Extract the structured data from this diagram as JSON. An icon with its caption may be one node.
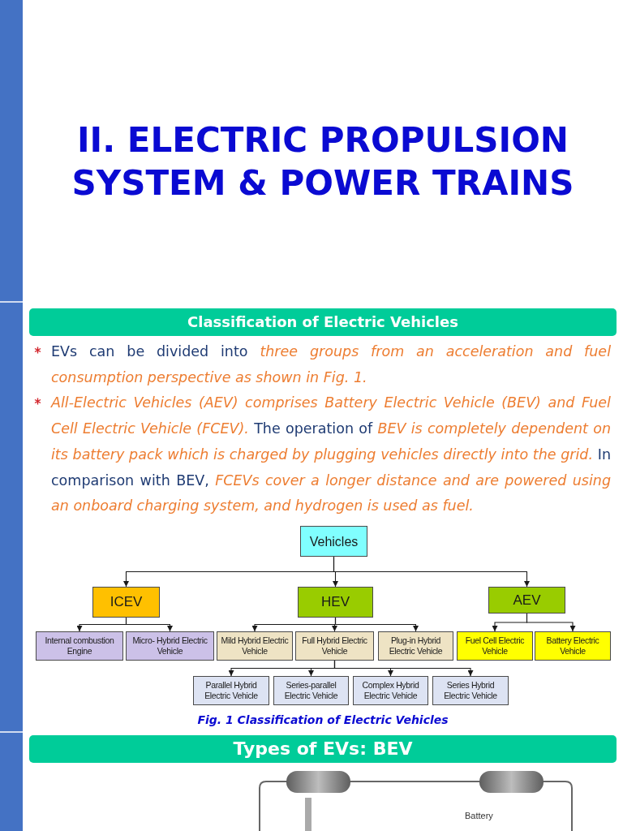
{
  "diagram": {
    "title": "II. ELECTRIC PROPULSION SYSTEM & POWER TRAINS",
    "caption": "Fig. 1 Classification of Electric Vehicles",
    "nodes": [
      {
        "text": [
          "Classification of Electric Vehicles"
        ]
      },
      {
        "text": [
          "Vehicles"
        ]
      },
      {
        "text": [
          "ICEV"
        ]
      },
      {
        "text": [
          "HEV"
        ]
      },
      {
        "text": [
          "AEV"
        ]
      },
      {
        "text": [
          "Internal combustion Engine"
        ]
      },
      {
        "text": [
          "Micro- Hybrid Electric Vehicle"
        ]
      },
      {
        "text": [
          "Mild Hybrid Electric Vehicle"
        ]
      },
      {
        "text": [
          "Full Hybrid Electric Vehicle"
        ]
      },
      {
        "text": [
          "Plug-in Hybrid Electric Vehicle"
        ]
      },
      {
        "text": [
          "Fuel Cell Electric Vehicle"
        ]
      },
      {
        "text": [
          "Battery Electric Vehicle"
        ]
      },
      {
        "text": [
          "Parallel Hybrid Electric Vehicle"
        ]
      },
      {
        "text": [
          "Series-parallel Electric Vehicle"
        ]
      },
      {
        "text": [
          "Complex Hybrid Electric Vehicle"
        ]
      },
      {
        "text": [
          "Series Hybrid Electric Vehicle"
        ]
      },
      {
        "text": [
          "Types of EVs: BEV"
        ]
      }
    ],
    "edges": [
      {
        "from": 1,
        "to": 2,
        "arrow": "to"
      },
      {
        "from": 1,
        "to": 3,
        "arrow": "to"
      },
      {
        "from": 1,
        "to": 4,
        "arrow": "to"
      },
      {
        "from": 2,
        "to": 5,
        "arrow": "to"
      },
      {
        "from": 2,
        "to": 6,
        "arrow": "to"
      },
      {
        "from": 3,
        "to": 7,
        "arrow": "to"
      },
      {
        "from": 3,
        "to": 8,
        "arrow": "to"
      },
      {
        "from": 3,
        "to": 9,
        "arrow": "to"
      },
      {
        "from": 4,
        "to": 10,
        "arrow": "to"
      },
      {
        "from": 4,
        "to": 11,
        "arrow": "to"
      },
      {
        "from": 8,
        "to": 12,
        "arrow": "to"
      },
      {
        "from": 8,
        "to": 13,
        "arrow": "to"
      },
      {
        "from": 8,
        "to": 14,
        "arrow": "to"
      },
      {
        "from": 8,
        "to": 15,
        "arrow": "to"
      }
    ],
    "labels": [
      "EVs can be divided into *three groups from an acceleration and fuel consumption perspective as shown in Fig. 1.*",
      "*All-Electric Vehicles (AEV) comprises Battery Electric Vehicle (BEV) and Fuel Cell Electric Vehicle (FCEV).* The operation of *BEV is completely dependent on its battery pack which is charged by plugging vehicles directly into the grid.* In comparison with BEV, *FCEVs cover a longer distance and are powered using an onboard charging system, and hydrogen is used as fuel.*",
      "Battery"
    ]
  }
}
